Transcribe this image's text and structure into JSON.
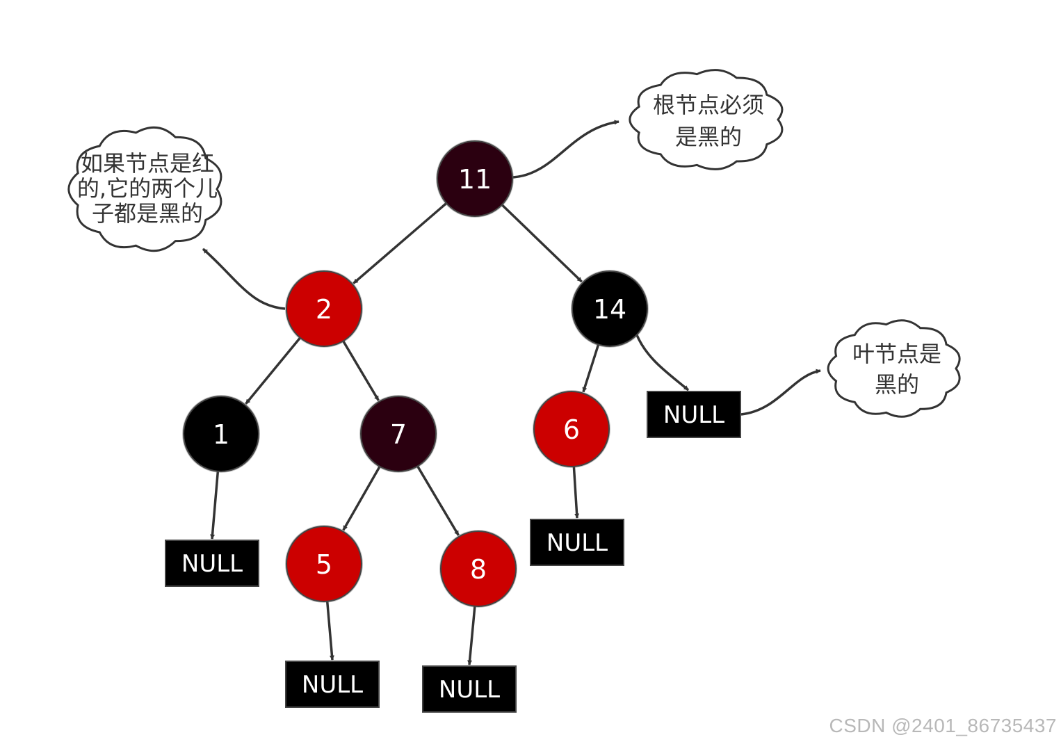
{
  "colors": {
    "red_node": "#cc0000",
    "black_node": "#000000",
    "dark_node": "#2b0010",
    "null_box": "#000000",
    "edge": "#333333",
    "cloud_stroke": "#333333"
  },
  "nodes": [
    {
      "id": "n11",
      "label": "11",
      "color": "dark"
    },
    {
      "id": "n2",
      "label": "2",
      "color": "red"
    },
    {
      "id": "n14",
      "label": "14",
      "color": "black"
    },
    {
      "id": "n1",
      "label": "1",
      "color": "black"
    },
    {
      "id": "n7",
      "label": "7",
      "color": "dark"
    },
    {
      "id": "n6",
      "label": "6",
      "color": "red"
    },
    {
      "id": "n5",
      "label": "5",
      "color": "red"
    },
    {
      "id": "n8",
      "label": "8",
      "color": "red"
    }
  ],
  "null_leaves": [
    {
      "id": "null14",
      "label": "NULL"
    },
    {
      "id": "null1",
      "label": "NULL"
    },
    {
      "id": "null6",
      "label": "NULL"
    },
    {
      "id": "null5",
      "label": "NULL"
    },
    {
      "id": "null8",
      "label": "NULL"
    }
  ],
  "edges": [
    {
      "from": "n11",
      "to": "n2"
    },
    {
      "from": "n11",
      "to": "n14"
    },
    {
      "from": "n2",
      "to": "n1"
    },
    {
      "from": "n2",
      "to": "n7"
    },
    {
      "from": "n14",
      "to": "n6"
    },
    {
      "from": "n14",
      "to": "null14"
    },
    {
      "from": "n1",
      "to": "null1"
    },
    {
      "from": "n7",
      "to": "n5"
    },
    {
      "from": "n7",
      "to": "n8"
    },
    {
      "from": "n6",
      "to": "null6"
    },
    {
      "from": "n5",
      "to": "null5"
    },
    {
      "from": "n8",
      "to": "null8"
    }
  ],
  "notes": [
    {
      "id": "note-root",
      "lines": [
        "根节点必须",
        "是黑的"
      ],
      "attached_to": "n11"
    },
    {
      "id": "note-red",
      "lines": [
        "如果节点是红",
        "的,它的两个儿",
        "子都是黑的"
      ],
      "attached_to": "n2"
    },
    {
      "id": "note-leaf",
      "lines": [
        "叶节点是",
        "黑的"
      ],
      "attached_to": "null14"
    }
  ],
  "watermark": "CSDN @2401_86735437"
}
